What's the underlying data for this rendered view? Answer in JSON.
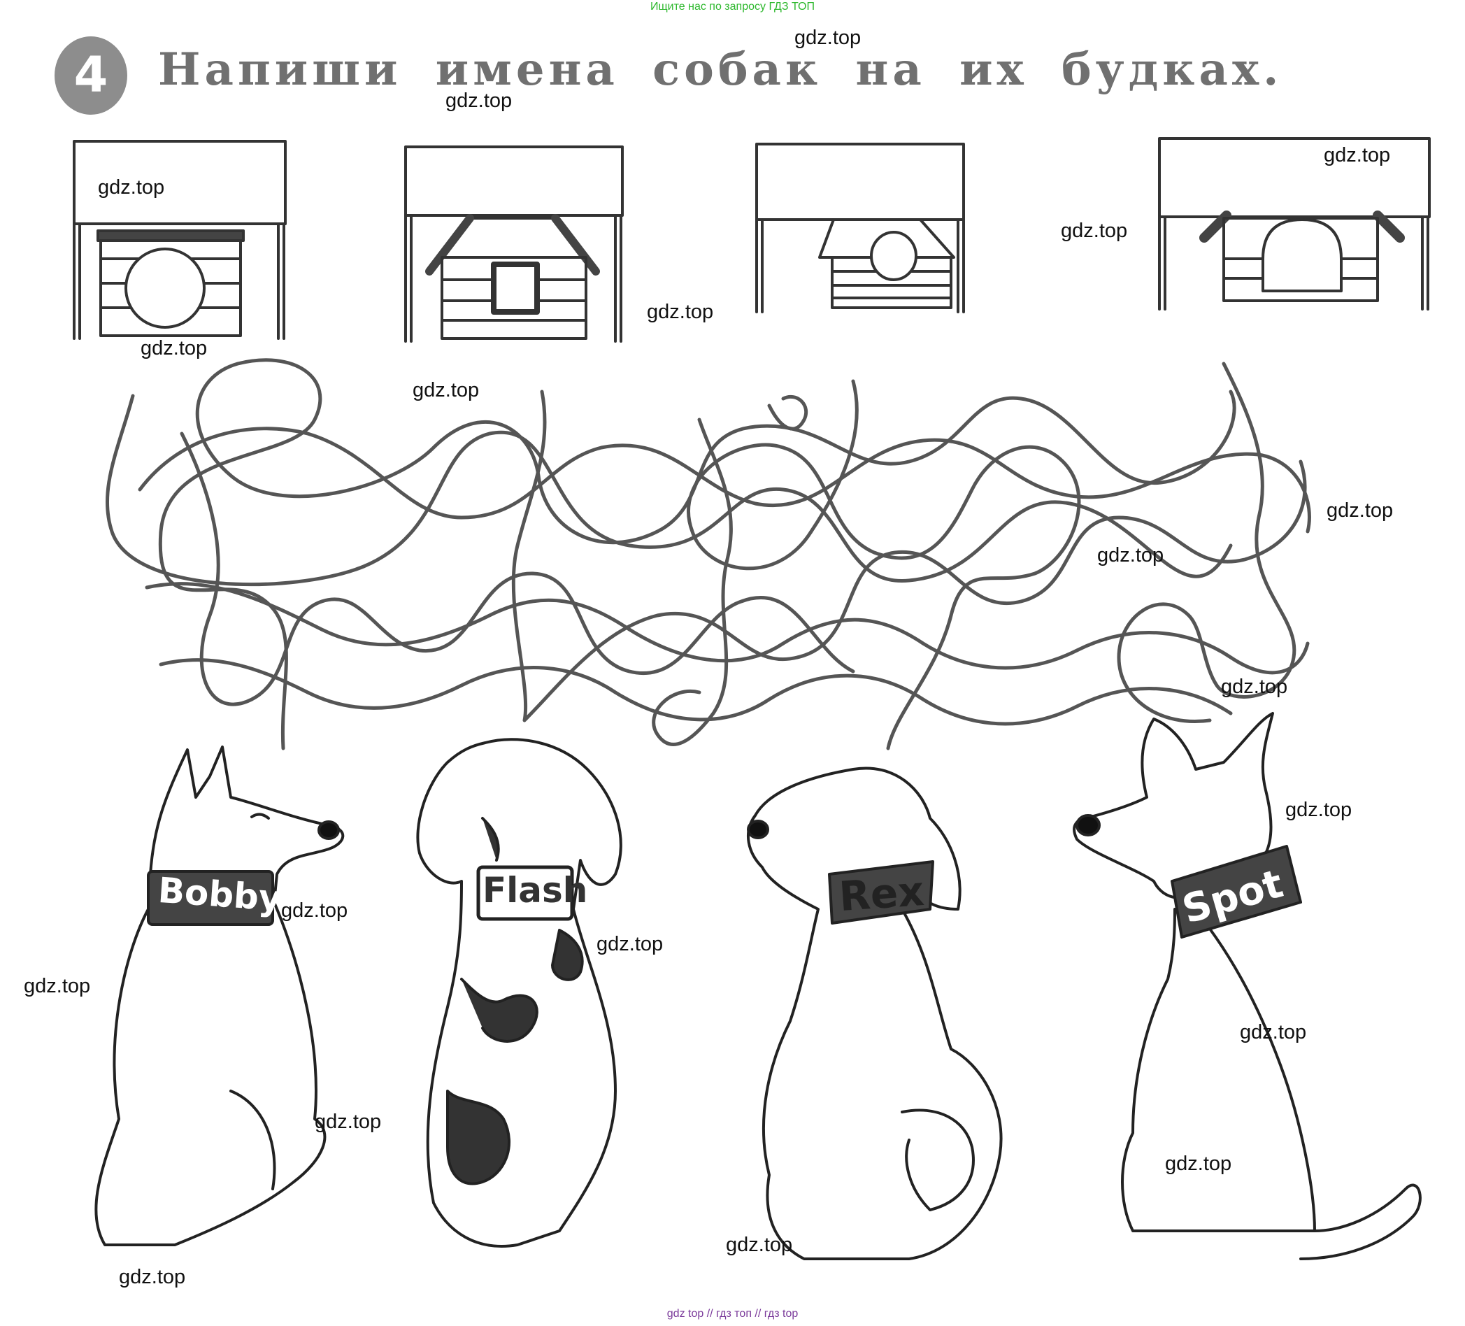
{
  "banner_top": "Ищите нас по запросу ГДЗ ТОП",
  "banner_bottom": "gdz top  //  гдз топ  //  гдз top",
  "task": {
    "number": "4",
    "instruction": "Напиши имена собак на их будках."
  },
  "dogs": [
    {
      "name": "Bobby"
    },
    {
      "name": "Flash"
    },
    {
      "name": "Rex"
    },
    {
      "name": "Spot"
    }
  ],
  "watermark": "gdz.top"
}
